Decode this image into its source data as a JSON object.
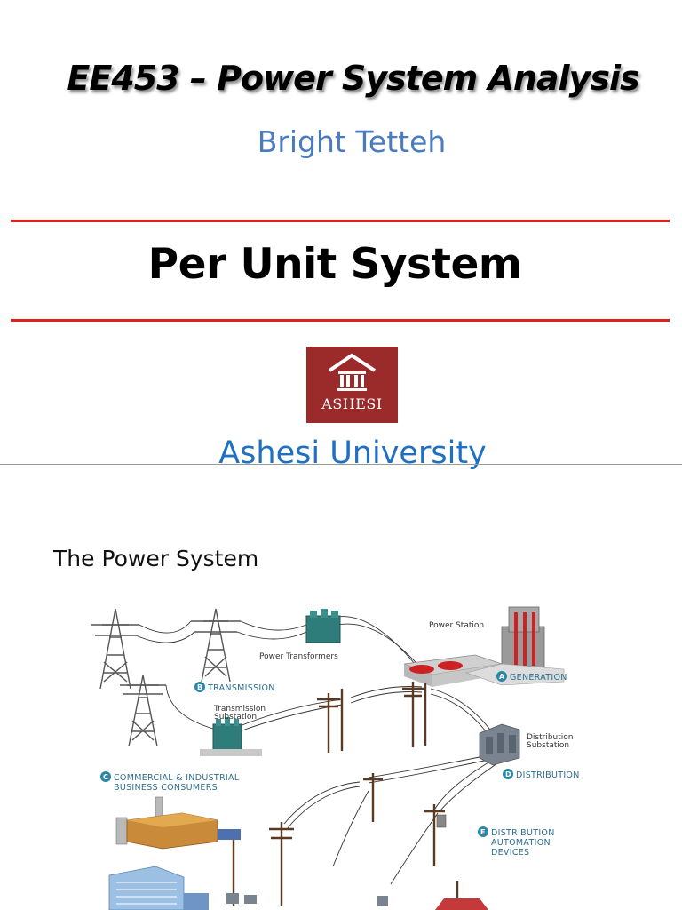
{
  "slide": {
    "title": "EE453 – Power System Analysis",
    "author": "Bright Tetteh",
    "topic": "Per Unit System",
    "logo_text": "ASHESI",
    "university": "Ashesi University"
  },
  "page2": {
    "heading": "The Power System",
    "diagram": {
      "labels": {
        "power_station": "Power Station",
        "power_transformers": "Power Transformers",
        "transmission_substation_line1": "Transmission",
        "transmission_substation_line2": "Substation",
        "distribution_substation_line1": "Distribution",
        "distribution_substation_line2": "Substation"
      },
      "captions": {
        "a_badge": "A",
        "a_text": "GENERATION",
        "b_badge": "B",
        "b_text": "TRANSMISSION",
        "c_badge": "C",
        "c_line1": "COMMERCIAL & INDUSTRIAL",
        "c_line2": "BUSINESS CONSUMERS",
        "d_badge": "D",
        "d_text": "DISTRIBUTION",
        "e_badge": "E",
        "e_line1": "DISTRIBUTION",
        "e_line2": "AUTOMATION",
        "e_line3": "DEVICES"
      }
    }
  },
  "colors": {
    "title_shadow": "#000000",
    "author": "#4a7ac0",
    "rule": "#e0201e",
    "logo_bg": "#9b2b2b",
    "university": "#1f6fc4",
    "diagram_caption": "#2c6d8e"
  }
}
